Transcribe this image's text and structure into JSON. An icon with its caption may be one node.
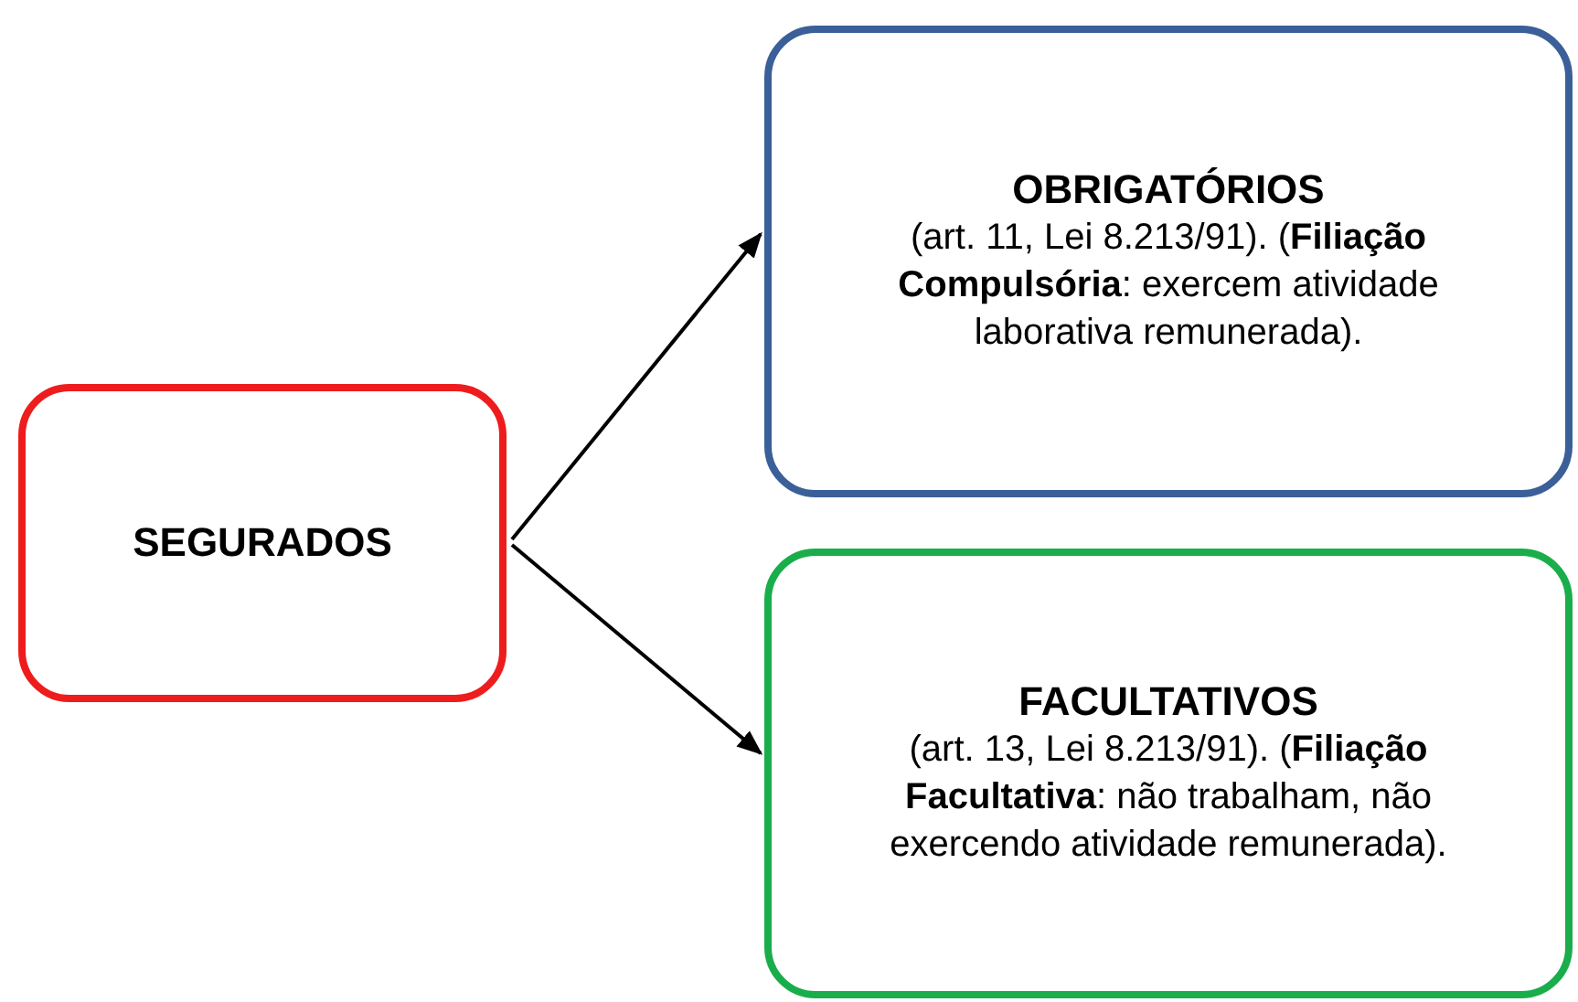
{
  "diagram": {
    "nodes": [
      {
        "text": [
          "SEGURADOS"
        ]
      },
      {
        "text": [
          "OBRIGATÓRIOS",
          "(art. 11, Lei 8.213/91). (**Filiação Compulsória**: exercem atividade laborativa remunerada)."
        ]
      },
      {
        "text": [
          "FACULTATIVOS",
          "(art. 13, Lei 8.213/91). (**Filiação Facultativa**: não trabalham, não exercendo atividade remunerada)."
        ]
      }
    ],
    "edges": [
      {
        "from": 0,
        "to": 1,
        "arrow": "to"
      },
      {
        "from": 0,
        "to": 2,
        "arrow": "to"
      }
    ]
  }
}
